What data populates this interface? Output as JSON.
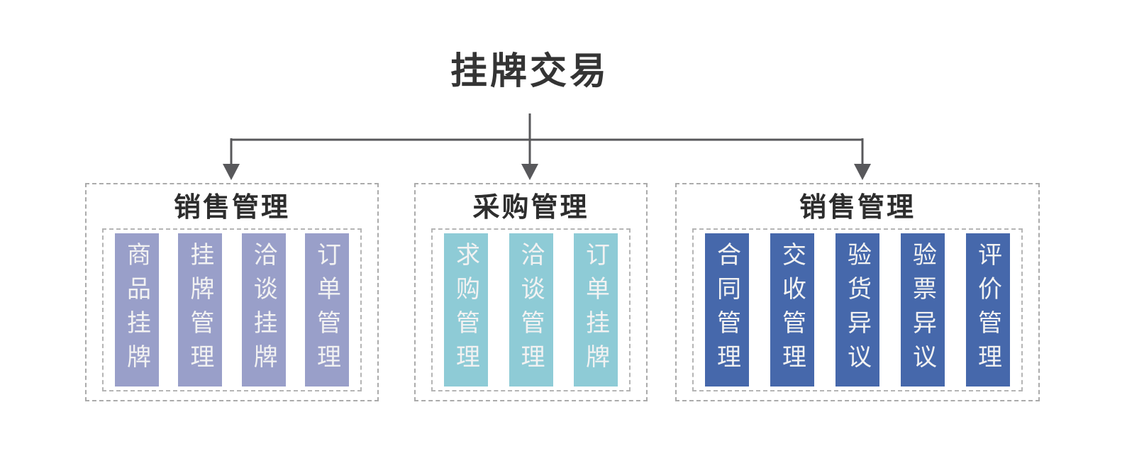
{
  "title": "挂牌交易",
  "colors": {
    "group1_bar": "#999fc9",
    "group2_bar": "#8ecbd6",
    "group3_bar": "#4668ab",
    "connector": "#58585b",
    "outer_border": "#ababab",
    "inner_border": "#b5b5b5",
    "bar_text": "#f2f2f2",
    "header_text": "#2d2d2d"
  },
  "groups": [
    {
      "header": "销售管理",
      "items": [
        "商品挂牌",
        "挂牌管理",
        "洽谈挂牌",
        "订单管理"
      ]
    },
    {
      "header": "采购管理",
      "items": [
        "求购管理",
        "洽谈管理",
        "订单挂牌"
      ]
    },
    {
      "header": "销售管理",
      "items": [
        "合同管理",
        "交收管理",
        "验货异议",
        "验票异议",
        "评价管理"
      ]
    }
  ]
}
